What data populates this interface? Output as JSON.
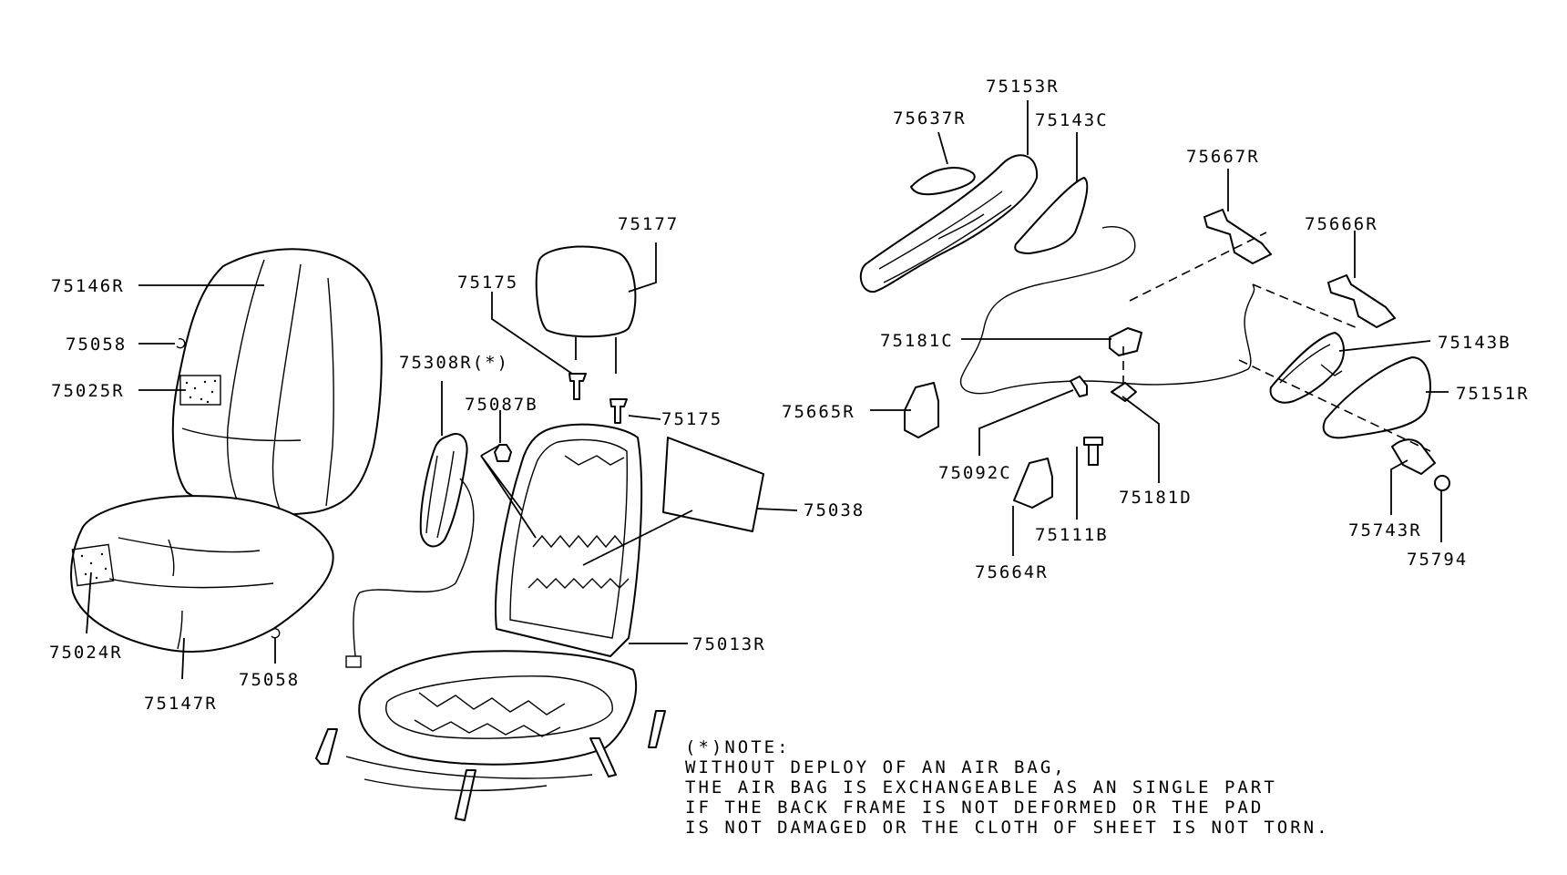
{
  "parts": [
    {
      "id": "p1",
      "label": "75146R"
    },
    {
      "id": "p2",
      "label": "75058"
    },
    {
      "id": "p3",
      "label": "75025R"
    },
    {
      "id": "p4",
      "label": "75024R"
    },
    {
      "id": "p5",
      "label": "75147R"
    },
    {
      "id": "p6",
      "label": "75058"
    },
    {
      "id": "p7",
      "label": "75177"
    },
    {
      "id": "p8",
      "label": "75175"
    },
    {
      "id": "p9",
      "label": "75308R(*)"
    },
    {
      "id": "p10",
      "label": "75087B"
    },
    {
      "id": "p11",
      "label": "75175"
    },
    {
      "id": "p12",
      "label": "75038"
    },
    {
      "id": "p13",
      "label": "75013R"
    },
    {
      "id": "p14",
      "label": "75637R"
    },
    {
      "id": "p15",
      "label": "75153R"
    },
    {
      "id": "p16",
      "label": "75143C"
    },
    {
      "id": "p17",
      "label": "75667R"
    },
    {
      "id": "p18",
      "label": "75666R"
    },
    {
      "id": "p19",
      "label": "75181C"
    },
    {
      "id": "p20",
      "label": "75143B"
    },
    {
      "id": "p21",
      "label": "75151R"
    },
    {
      "id": "p22",
      "label": "75665R"
    },
    {
      "id": "p23",
      "label": "75092C"
    },
    {
      "id": "p24",
      "label": "75181D"
    },
    {
      "id": "p25",
      "label": "75111B"
    },
    {
      "id": "p26",
      "label": "75664R"
    },
    {
      "id": "p27",
      "label": "75743R"
    },
    {
      "id": "p28",
      "label": "75794"
    }
  ],
  "note": {
    "heading": "(*)NOTE:",
    "lines": [
      "WITHOUT DEPLOY OF AN AIR BAG,",
      "THE AIR BAG IS EXCHANGEABLE AS AN SINGLE PART",
      "IF THE BACK FRAME IS NOT DEFORMED OR THE PAD",
      "IS NOT DAMAGED OR THE CLOTH OF SHEET IS NOT TORN."
    ]
  }
}
